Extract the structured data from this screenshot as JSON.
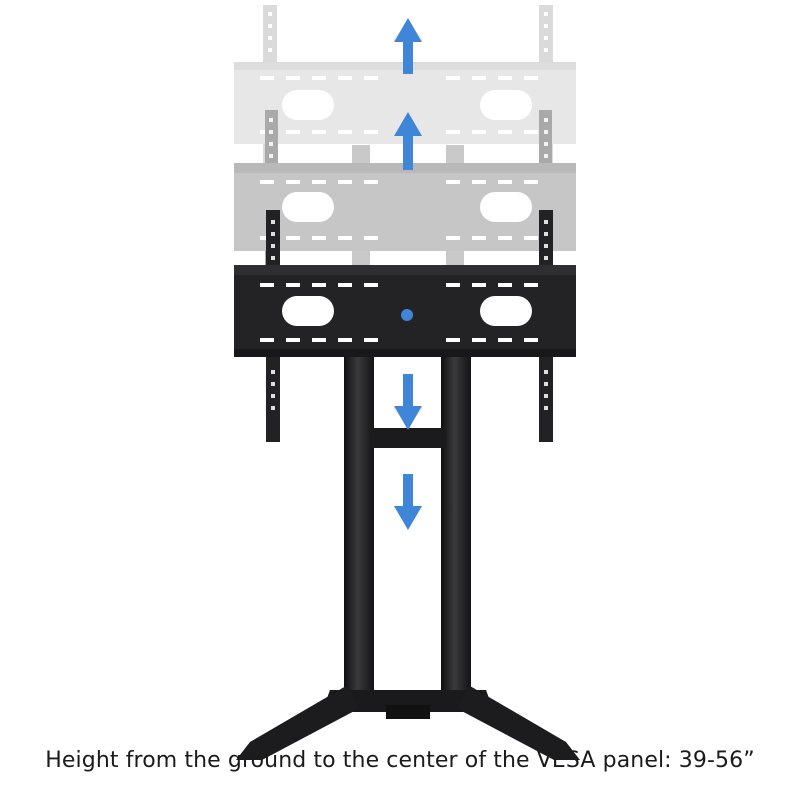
{
  "caption": "Height from the ground to the center of the VESA panel: 39-56”",
  "colors": {
    "arrow": "#3f86d8",
    "frame_dark": "#1e1e20",
    "frame_mid": "#aaaaaa",
    "frame_light": "#d9d9d9",
    "background": "#ffffff"
  },
  "arrows": {
    "up": [
      "up-arrow",
      "up-arrow"
    ],
    "down": [
      "down-arrow",
      "down-arrow"
    ]
  }
}
